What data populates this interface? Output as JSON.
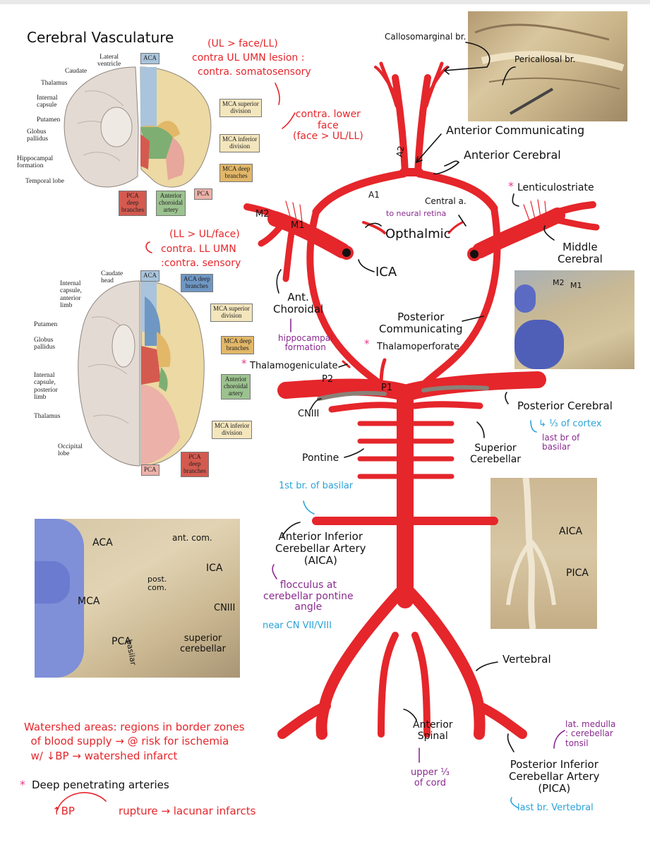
{
  "colors": {
    "artery": "#e5262b",
    "red_text": "#e5262b",
    "purple_text": "#8a2a8f",
    "blue_text": "#2aa3d9",
    "nerve": "#8a8178"
  },
  "title": "Cerebral Vasculature",
  "coronal": {
    "labels": {
      "lateral_ventricle": "Lateral\nventricle",
      "caudate": "Caudate",
      "thalamus": "Thalamus",
      "internal_capsule": "Internal\ncapsule",
      "putamen": "Putamen",
      "globus_pallidus": "Globus\npallidus",
      "hippocampal_formation": "Hippocampal\nformation",
      "temporal_lobe": "Temporal lobe"
    },
    "boxes": {
      "aca": "ACA",
      "mca_sup": "MCA superior\ndivision",
      "mca_inf": "MCA inferior\ndivision",
      "mca_deep": "MCA deep\nbranches",
      "pca": "PCA",
      "pca_deep": "PCA\ndeep\nbranches",
      "ant_choroidal": "Anterior\nchoroidal\nartery"
    }
  },
  "axial": {
    "labels": {
      "caudate_head": "Caudate\nhead",
      "ic_anterior": "Internal\ncapsule,\nanterior\nlimb",
      "putamen": "Putamen",
      "globus_pallidus": "Globus\npallidus",
      "ic_posterior": "Internal\ncapsule,\nposterior\nlimb",
      "thalamus": "Thalamus",
      "occipital": "Occipital\nlobe"
    },
    "boxes": {
      "aca": "ACA",
      "aca_deep": "ACA deep\nbranches",
      "mca_sup": "MCA superior\ndivision",
      "mca_deep": "MCA deep\nbranches",
      "ant_choroidal": "Anterior\nchoroidal\nartery",
      "mca_inf": "MCA inferior\ndivision",
      "pca": "PCA",
      "pca_deep": "PCA\ndeep\nbranches"
    }
  },
  "notes": {
    "mca_sup_1": "(UL > face/LL)",
    "mca_sup_2": "contra UL UMN lesion :",
    "mca_sup_3": "contra. somatosensory",
    "mca_inf": "contra. lower\nface\n(face > UL/LL)",
    "aca_1": "(LL > UL/face)",
    "aca_2": "contra. LL UMN",
    "aca_3": ":contra. sensory",
    "watershed": "Watershed areas: regions in border zones\n  of blood supply → @ risk for ischemia\n  w/ ↓BP → watershed infarct",
    "deep_penetrating": "Deep penetrating arteries",
    "bp": "↑BP",
    "rupture": "rupture → lacunar infarcts"
  },
  "diagram": {
    "callosomarginal": "Callosomarginal br.",
    "pericallosal": "Pericallosal br.",
    "anterior_communicating": "Anterior Communicating",
    "anterior_cerebral": "Anterior Cerebral",
    "a2": "A2",
    "a1": "A1",
    "central_a": "Central a.",
    "to_retina": "to neural retina",
    "lenticulostriate": "Lenticulostriate",
    "m2": "M2",
    "m1": "M1",
    "ophthalmic": "Opthalmic",
    "middle_cerebral": "Middle\nCerebral",
    "ica": "ICA",
    "ant_choroidal": "Ant.\nChoroidal",
    "hippocampal_formation": "hippocampal\nformation",
    "posterior_communicating": "Posterior\nCommunicating",
    "thalamoperforate": "Thalamoperforate",
    "thalamogeniculate": "Thalamogeniculate",
    "p2": "P2",
    "p1": "P1",
    "cn3": "CNIII",
    "posterior_cerebral": "Posterior Cerebral",
    "third_cortex": "↳ ⅓ of cortex",
    "last_br_basilar": "last br of\nbasilar",
    "pontine": "Pontine",
    "superior_cerebellar": "Superior\nCerebellar",
    "first_br_basilar": "1st br. of basilar",
    "aica": "Anterior Inferior\nCerebellar Artery\n(AICA)",
    "flocculus": "flocculus at\ncerebellar pontine\nangle",
    "near_cn": "near CN VII/VIII",
    "vertebral": "Vertebral",
    "anterior_spinal": "Anterior\nSpinal",
    "upper_third": "upper ⅓\nof cord",
    "pica": "Posterior Inferior\nCerebellar Artery\n(PICA)",
    "last_br_vertebral": "last br. Vertebral",
    "lat_medulla": "lat. medulla\n: cerebellar\ntonsil",
    "star": "*"
  },
  "photo_brain": {
    "m2": "M2",
    "m1": "M1"
  },
  "photo_basilar": {
    "aica": "AICA",
    "pica": "PICA"
  },
  "photo_circle": {
    "aca": "ACA",
    "ant_com": "ant. com.",
    "ica": "ICA",
    "post_com": "post.\ncom.",
    "mca": "MCA",
    "cn3": "CNIII",
    "pca": "PCA",
    "basilar": "basilar",
    "superior_cerebellar": "superior\ncerebellar"
  }
}
